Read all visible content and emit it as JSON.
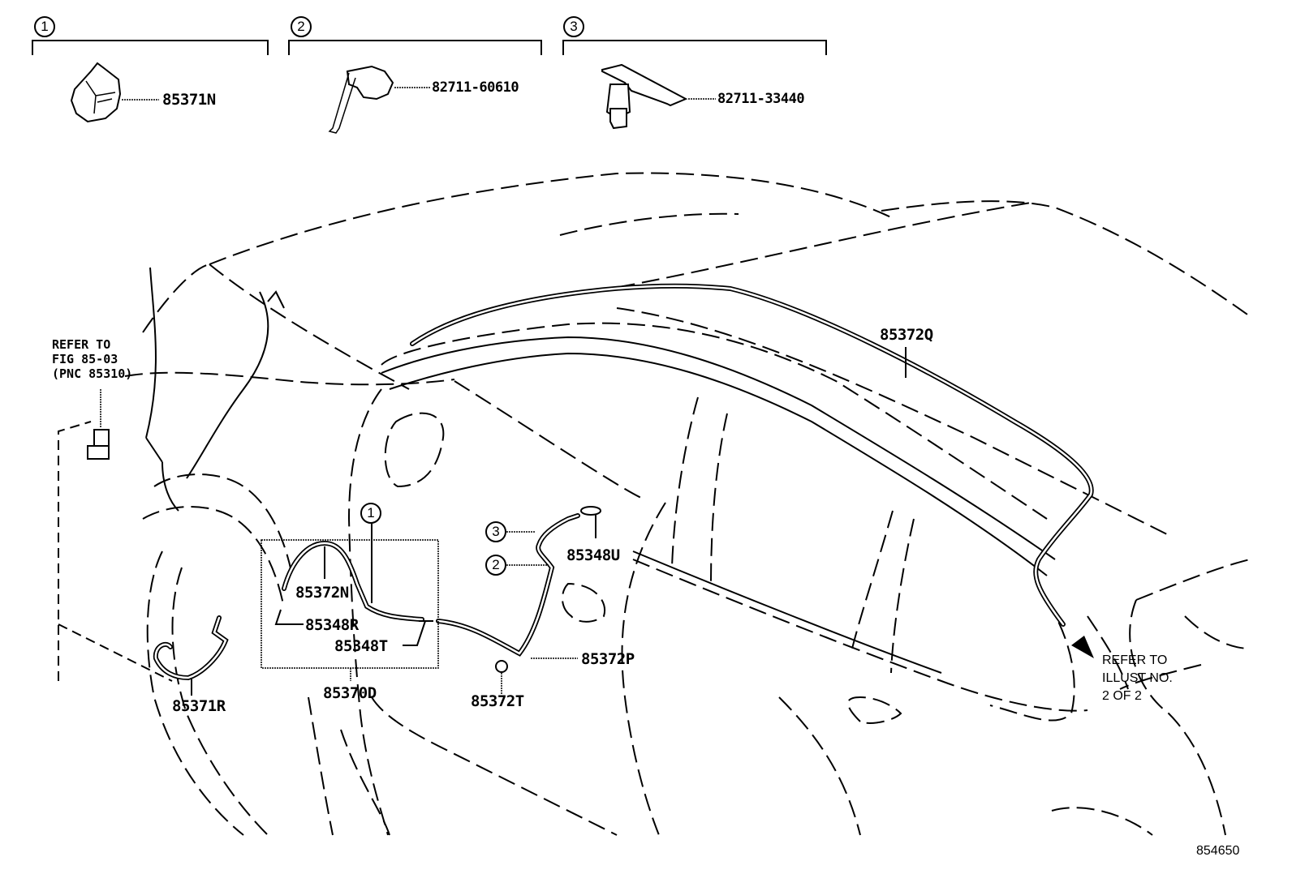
{
  "diagram": {
    "title_code": "854650",
    "variants": [
      {
        "index": "1",
        "part_number": "85371N"
      },
      {
        "index": "2",
        "part_number": "82711-60610"
      },
      {
        "index": "3",
        "part_number": "82711-33440"
      }
    ],
    "callouts": {
      "p85372Q": "85372Q",
      "p85372N": "85372N",
      "p85348R": "85348R",
      "p85348T": "85348T",
      "p85370D": "85370D",
      "p85371R": "85371R",
      "p85372P": "85372P",
      "p85372T": "85372T",
      "p85348U": "85348U"
    },
    "clip_markers": {
      "box_marker": "1",
      "marker_3": "3",
      "marker_2": "2"
    },
    "refer_fig": {
      "line1": "REFER TO",
      "line2": "FIG 85-03",
      "line3": "(PNC 85310)"
    },
    "refer_illust": {
      "line1": "REFER TO",
      "line2": "ILLUST NO.",
      "line3": "2 OF 2"
    }
  }
}
